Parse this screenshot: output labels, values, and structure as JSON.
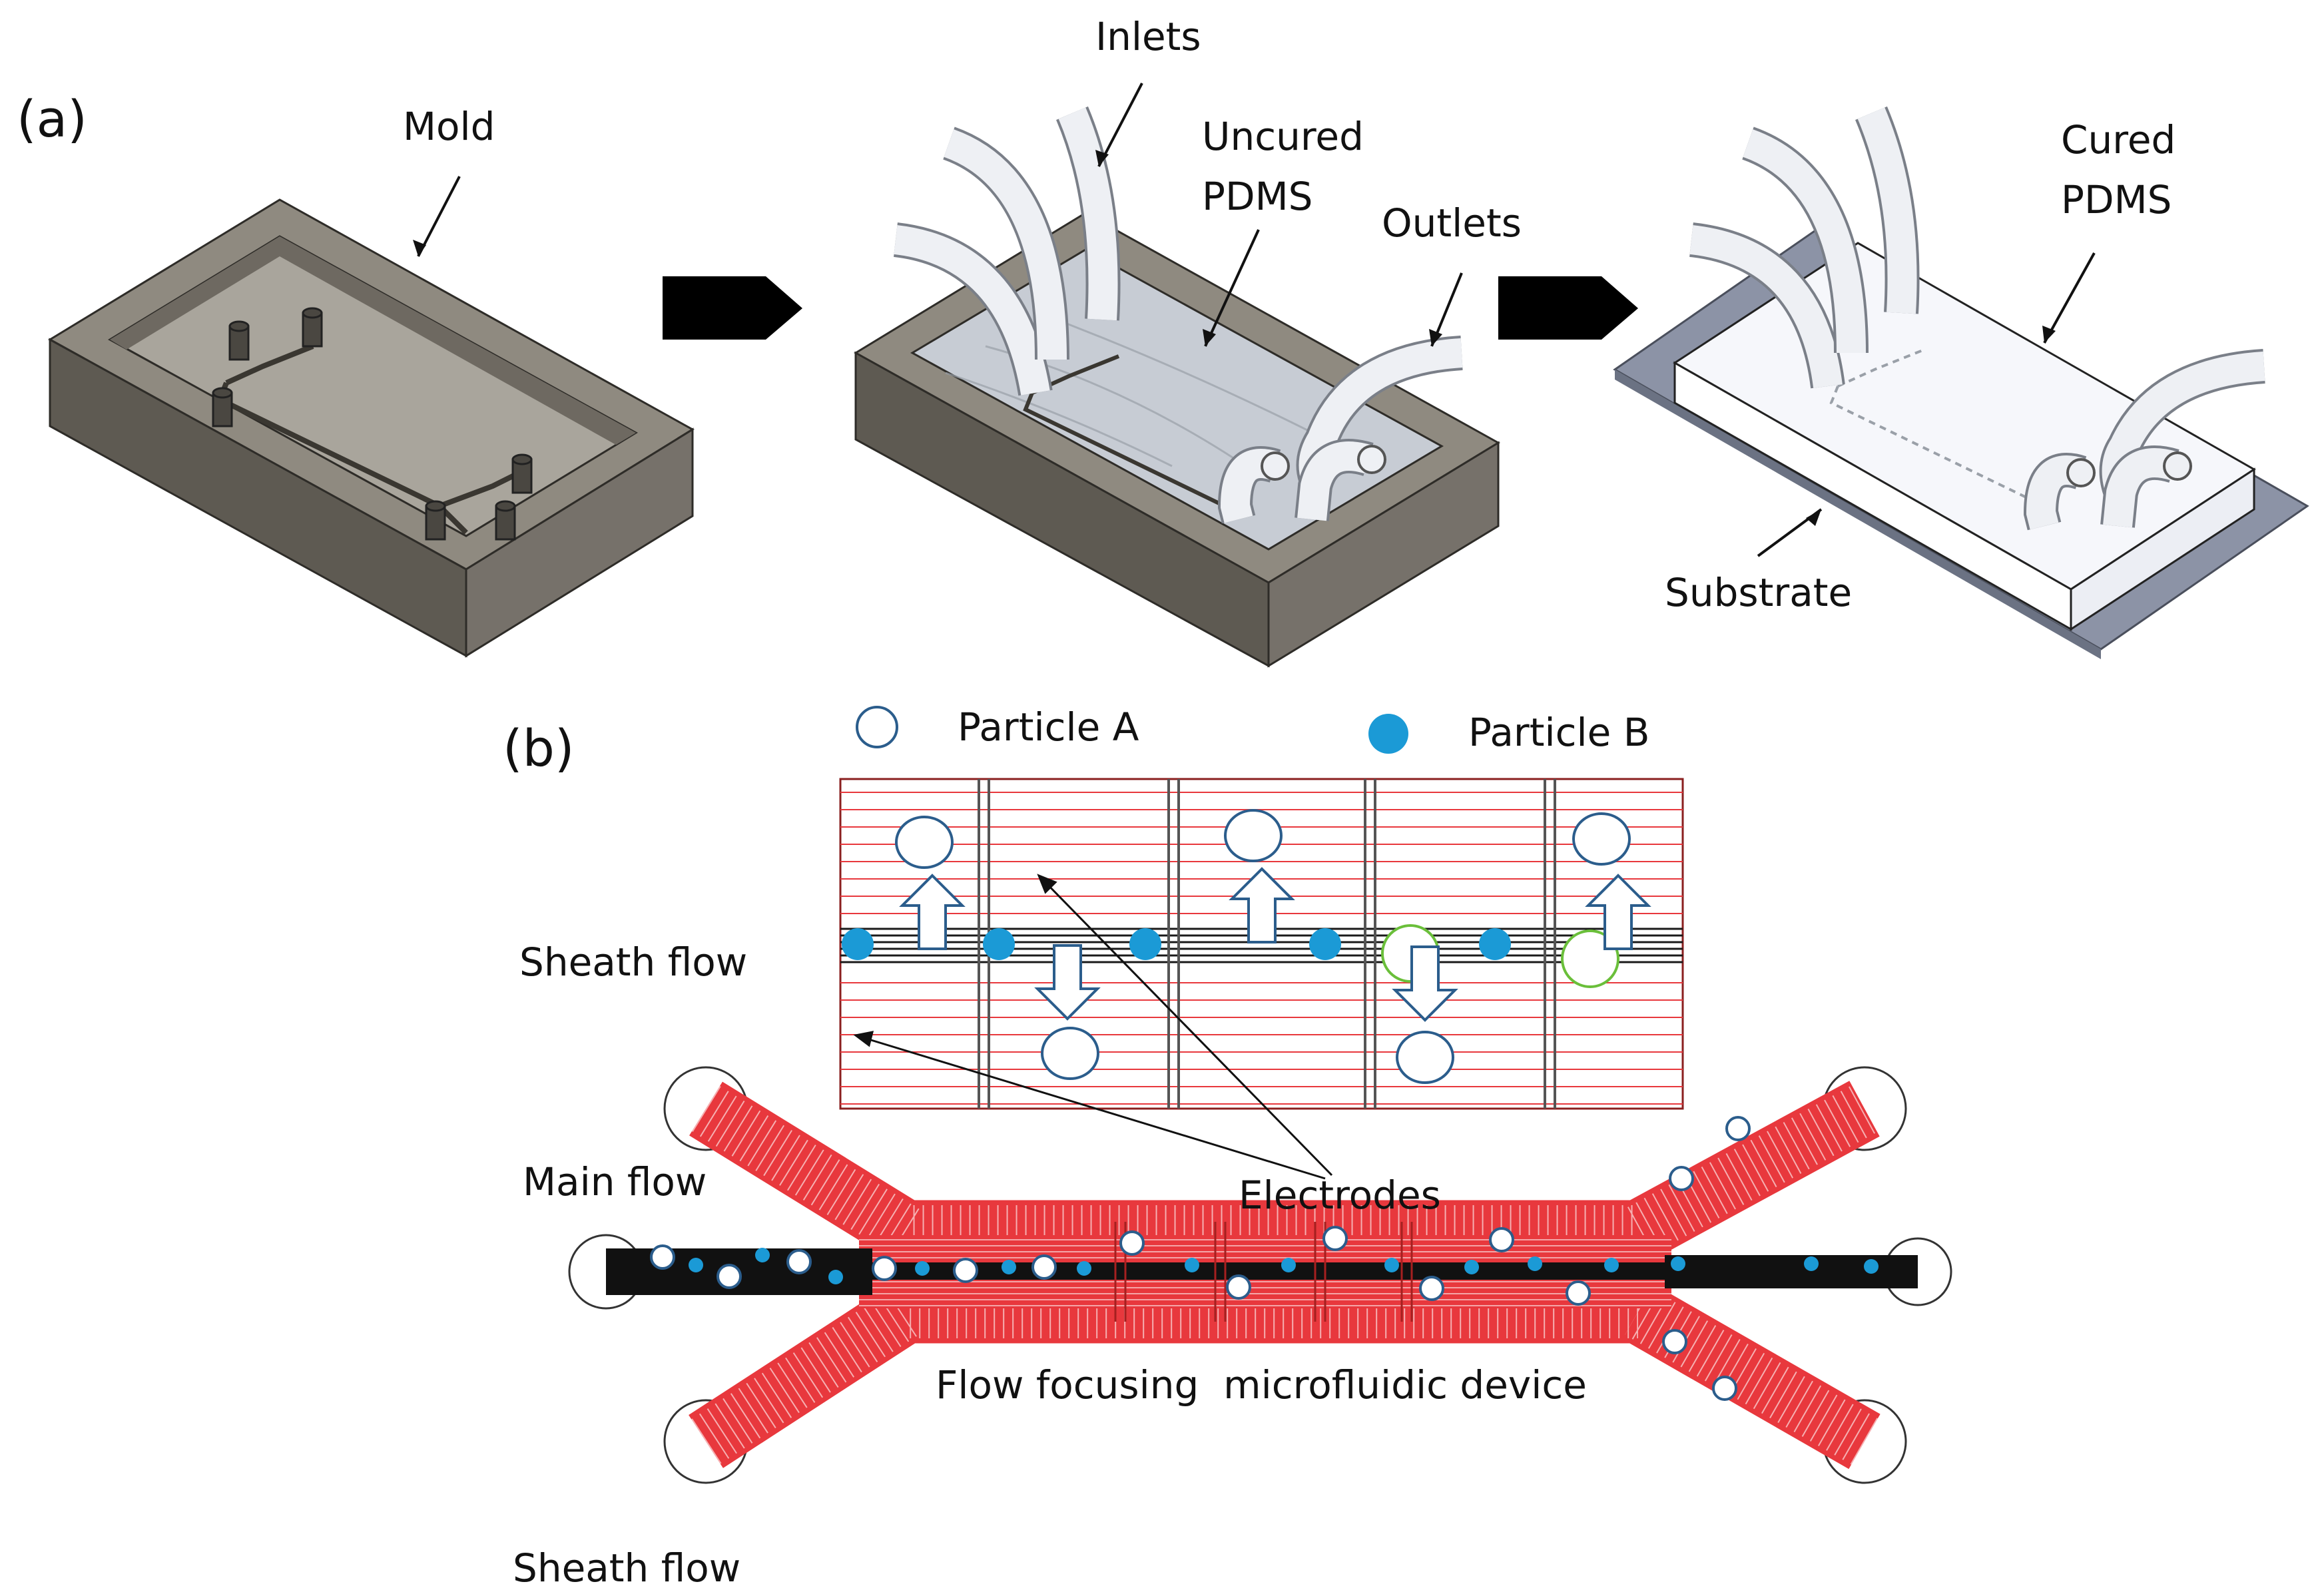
{
  "panel_a": {
    "label": "(a)",
    "mold": "Mold",
    "inlets": "Inlets",
    "uncured": [
      "Uncured",
      "PDMS"
    ],
    "outlets": "Outlets",
    "cured": [
      "Cured",
      "PDMS"
    ],
    "substrate": "Substrate"
  },
  "panel_b": {
    "label": "(b)",
    "particle_a": "Particle A",
    "particle_b": "Particle B",
    "sheath_top": "Sheath flow",
    "main_flow": "Main flow",
    "sheath_bottom": "Sheath flow",
    "electrodes": "Electrodes",
    "device": "Flow focusing  microfluidic device"
  },
  "colors": {
    "mold_top": "#8f8a80",
    "mold_side": "#5e5a52",
    "mold_floor": "#a9a59c",
    "pdms_uncured": "#c7ccd4",
    "pdms_cured": "#f6f7fb",
    "substrate": "#8c93a6",
    "flow_lines": "#e8383d",
    "core_flow": "#1a1a1a",
    "particle_b": "#1b9ad6",
    "particle_a_stroke": "#2b5d8c",
    "deflect_stroke": "#6abf3a",
    "arrow": "#000000"
  }
}
